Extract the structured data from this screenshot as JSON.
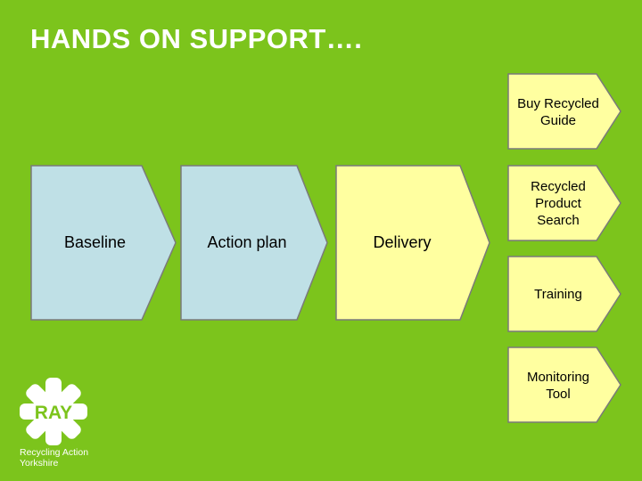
{
  "title": "HANDS ON SUPPORT….",
  "colors": {
    "background": "#7cc41c",
    "phase_fill": "#bfe0e6",
    "delivery_fill": "#ffffa0",
    "outline": "#7a7a7a"
  },
  "process": [
    {
      "label": "Baseline"
    },
    {
      "label": "Action plan"
    },
    {
      "label": "Delivery"
    }
  ],
  "delivery_items": [
    {
      "label": "Buy Recycled\nGuide"
    },
    {
      "label": "Recycled\nProduct\nSearch"
    },
    {
      "label": "Training"
    },
    {
      "label": "Monitoring\nTool"
    }
  ],
  "logo": {
    "icon": "ray-star-logo",
    "badge_text": "RAY",
    "caption": "Recycling Action\nYorkshire"
  }
}
